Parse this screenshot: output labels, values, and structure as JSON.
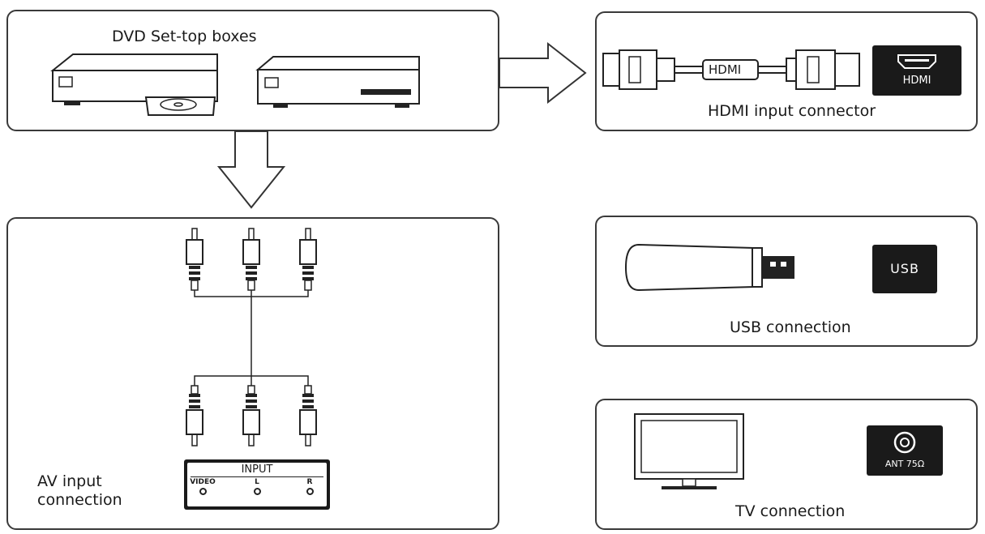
{
  "dvd_panel": {
    "title": "DVD Set-top boxes"
  },
  "hdmi_panel": {
    "cable_label": "HDMI",
    "port_label": "HDMI",
    "caption": "HDMI input connector"
  },
  "usb_panel": {
    "port_label": "USB",
    "caption": "USB connection"
  },
  "tv_panel": {
    "port_label": "ANT 75Ω",
    "caption": "TV connection"
  },
  "av_panel": {
    "caption_line1": "AV input",
    "caption_line2": "connection",
    "input_title": "INPUT",
    "input_ports": [
      "VIDEO",
      "L",
      "R"
    ]
  }
}
